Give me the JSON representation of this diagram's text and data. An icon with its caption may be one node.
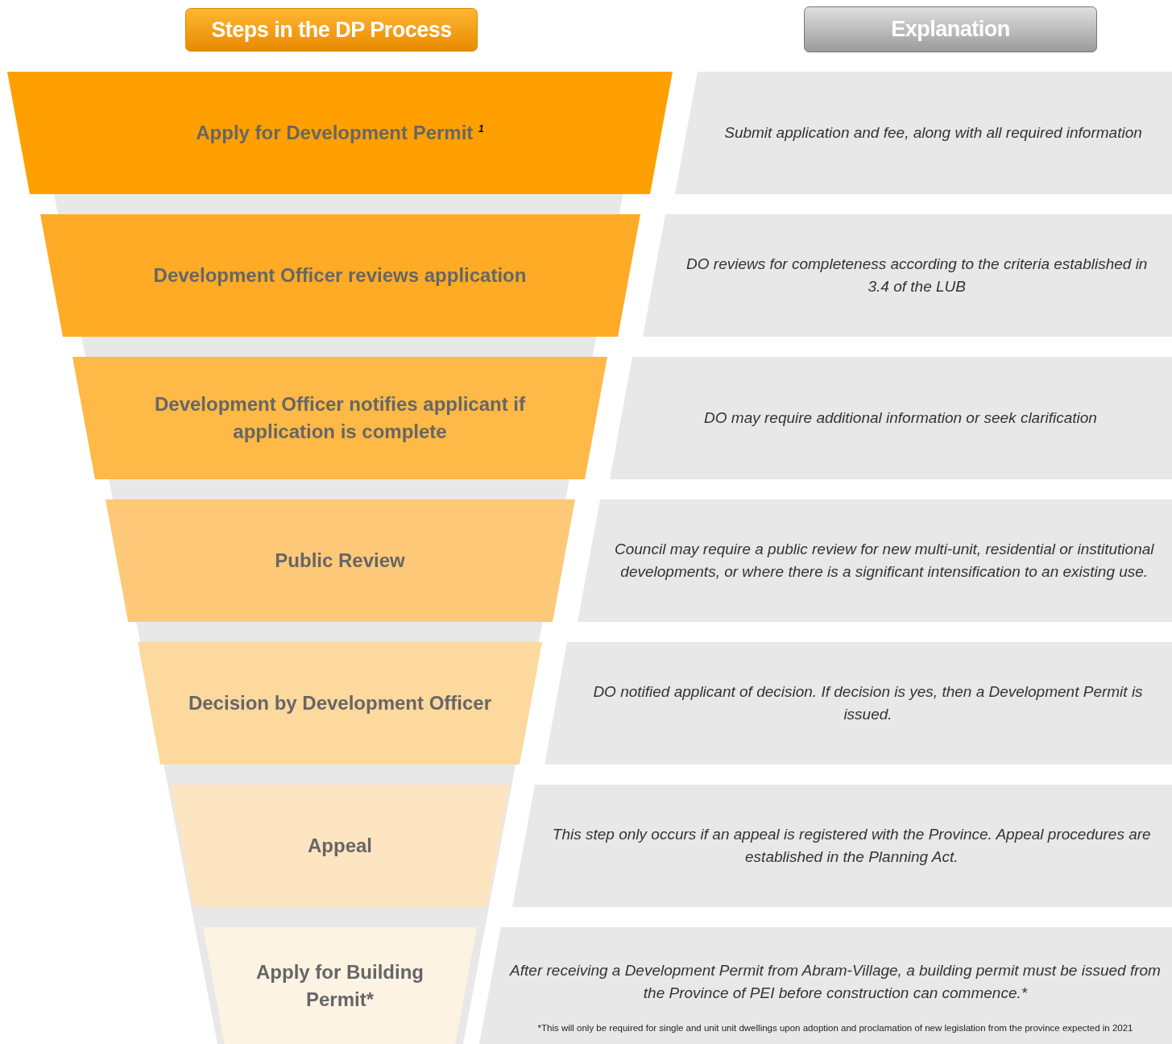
{
  "diagram": {
    "nodes": [
      {
        "text": [
          "Steps in the DP Process"
        ]
      },
      {
        "text": [
          "Explanation"
        ]
      },
      {
        "text": [
          "Apply for Development Permit $^{1}$"
        ]
      },
      {
        "text": [
          "Submit application and fee, along with all required information"
        ]
      },
      {
        "text": [
          "Development Officer reviews application"
        ]
      },
      {
        "text": [
          "DO reviews for completeness according to the criteria established in 3.4 of the LUB"
        ]
      },
      {
        "text": [
          "Development Officer notifies applicant if application is complete"
        ]
      },
      {
        "text": [
          "DO may require additional information or seek clarification"
        ]
      },
      {
        "text": [
          "Public Review"
        ]
      },
      {
        "text": [
          "Council may require a public review for new multi-unit, residential or institutional developments, or where there is a significant intensification to an existing use."
        ]
      },
      {
        "text": [
          "Decision by Development Officer"
        ]
      },
      {
        "text": [
          "DO notified applicant of decision.  If decision is yes, then a Development Permit is issued."
        ]
      },
      {
        "text": [
          "Appeal"
        ]
      },
      {
        "text": [
          "This step only occurs if an appeal is registered with the Province.  Appeal procedures are established in the Planning Act."
        ]
      },
      {
        "text": [
          "Apply for Building Permit*"
        ]
      },
      {
        "text": [
          "After receiving a Development Permit from Abram-Village, a building permit must be issued from the Province of PEI before construction can commence.*",
          "*This will only be required for single and unit unit dwellings upon adoption and proclamation of new legislation from the province expected in 2021"
        ]
      }
    ],
    "edges": []
  }
}
